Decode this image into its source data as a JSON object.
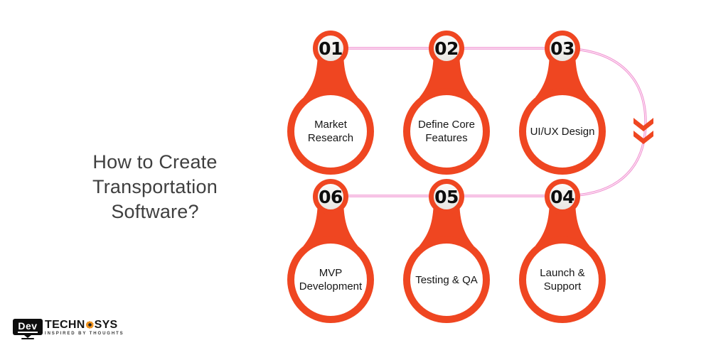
{
  "title": "How to Create\nTransportation\nSoftware?",
  "steps": [
    {
      "number": "01",
      "label": "Market\nResearch"
    },
    {
      "number": "02",
      "label": "Define Core\nFeatures"
    },
    {
      "number": "03",
      "label": "UI/UX Design"
    },
    {
      "number": "04",
      "label": "Launch &\nSupport"
    },
    {
      "number": "05",
      "label": "Testing & QA"
    },
    {
      "number": "06",
      "label": "MVP\nDevelopment"
    }
  ],
  "flow": {
    "order_note": "01 → 02 → 03 curves right and down through arrow → 04 → 05 → 06",
    "arrow_icon": "double-chevron-down"
  },
  "colors": {
    "accent_orange": "#EF4621",
    "connector_pink": "#F193D1",
    "connector_core": "#FBE0F3",
    "number_ink": "#0D0D0D",
    "title_ink": "#3F3F3F",
    "label_ink": "#161616",
    "logo_gear_orange": "#F0931F",
    "background": "#FFFFFF"
  },
  "logo": {
    "monitor_text": "Dev",
    "brand_left": "TECHN",
    "brand_right": "SYS",
    "tagline": "INSPIRED BY THOUGHTS"
  }
}
